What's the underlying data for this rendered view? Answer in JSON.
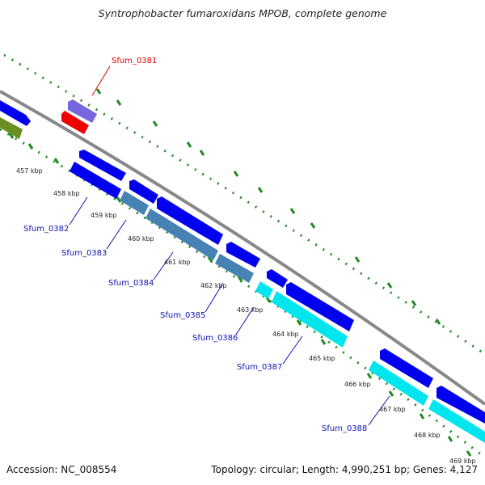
{
  "title": "Syntrophobacter fumaroxidans MPOB, complete genome",
  "footer": {
    "accession": "Accession: NC_008554",
    "summary": "Topology: circular; Length: 4,990,251 bp; Genes: 4,127"
  },
  "ticks": [
    "457 kbp",
    "458 kbp",
    "459 kbp",
    "460 kbp",
    "461 kbp",
    "462 kbp",
    "463 kbp",
    "464 kbp",
    "465 kbp",
    "466 kbp",
    "467 kbp",
    "468 kbp",
    "469 kbp"
  ],
  "genes": [
    "Sfum_0381",
    "Sfum_0382",
    "Sfum_0383",
    "Sfum_0384",
    "Sfum_0385",
    "Sfum_0386",
    "Sfum_0387",
    "Sfum_0388"
  ],
  "colors": {
    "highlight_label": "#e00000",
    "gene_label": "#1010b0",
    "cds": "#0000ee",
    "cds_highlight": "#ee0000",
    "cds_purple": "#7766dd",
    "cds_olive": "#6b8e23",
    "steelblue": "#4682b4",
    "cyan": "#00e5ee",
    "backbone": "#808080",
    "dotted": "#228b22"
  }
}
